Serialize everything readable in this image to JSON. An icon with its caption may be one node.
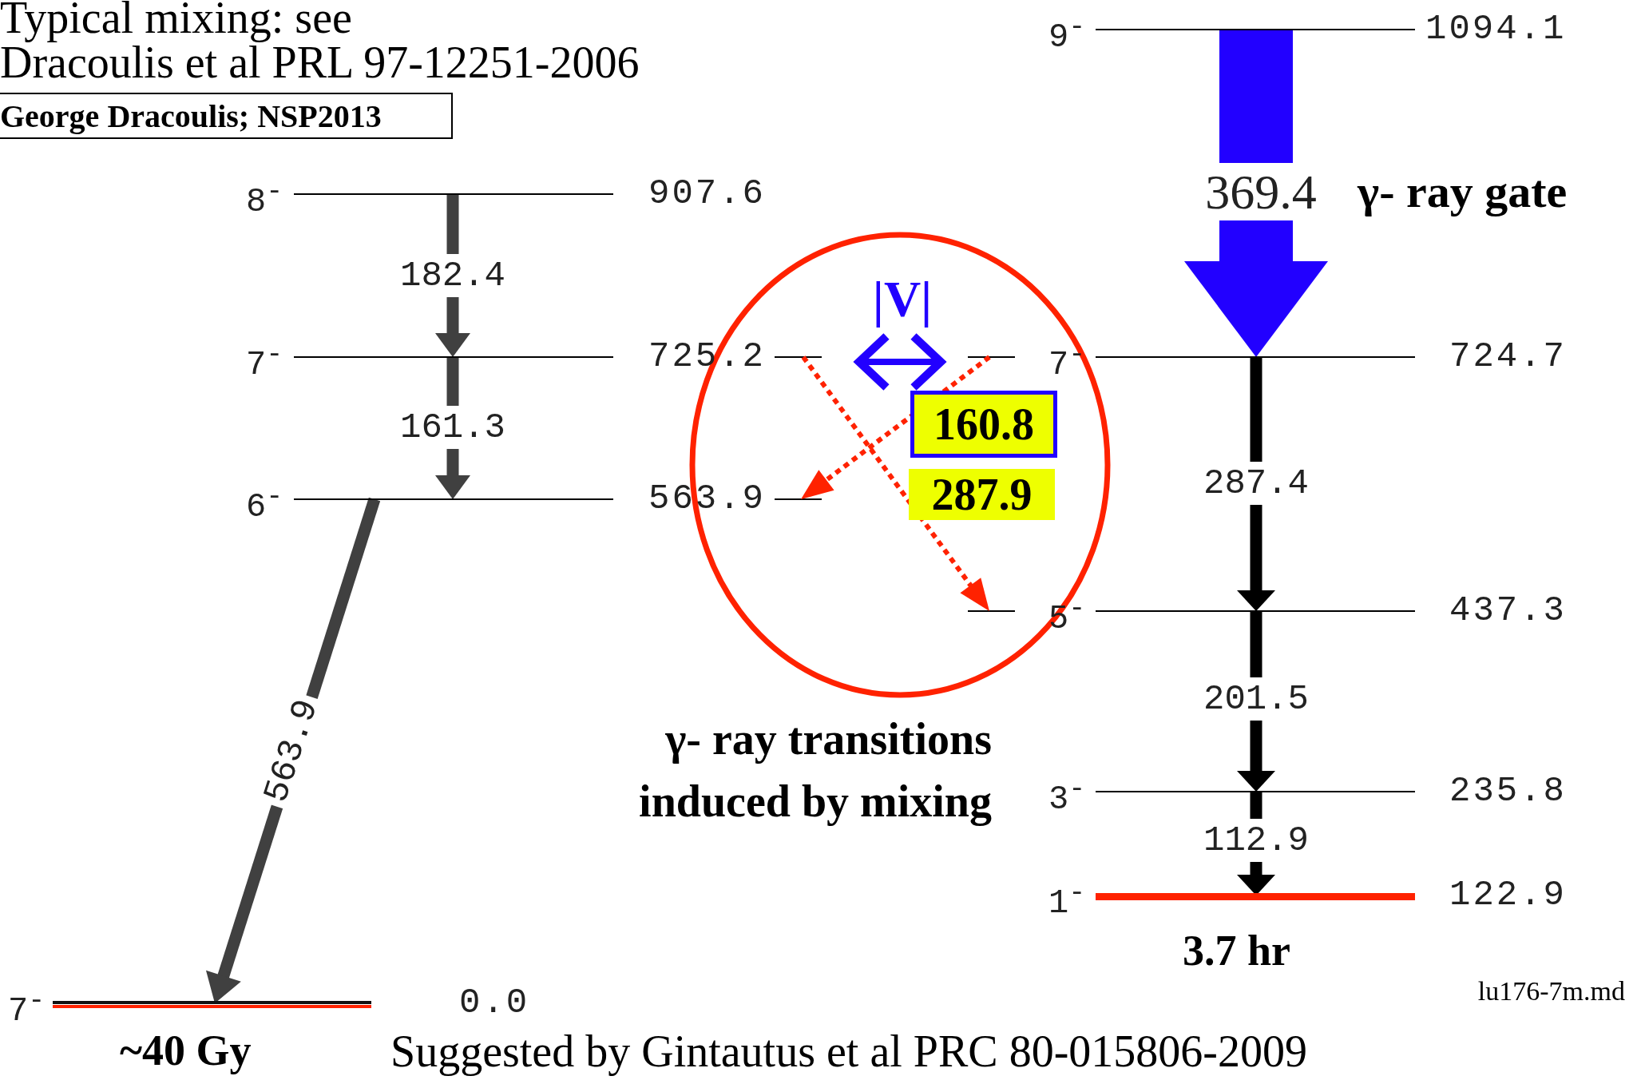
{
  "diagram": {
    "nodes": [
      {
        "text": [
          "George Dracoulis; NSP2013"
        ]
      },
      {
        "text": [
          "9$^{-}$",
          "1094.1"
        ]
      },
      {
        "text": [
          "8$^{-}$",
          "907.6"
        ]
      },
      {
        "text": [
          "7$^{-}$",
          "725.2"
        ]
      },
      {
        "text": [
          "7$^{-}$",
          "724.7"
        ]
      },
      {
        "text": [
          "6$^{-}$",
          "563.9"
        ]
      },
      {
        "text": [
          "5$^{-}$",
          "437.3"
        ]
      },
      {
        "text": [
          "3$^{-}$",
          "235.8"
        ]
      },
      {
        "text": [
          "1$^{-}$",
          "122.9"
        ],
        "beside": [
          "3.7 hr"
        ]
      },
      {
        "text": [
          "7$^{-}$",
          "0.0"
        ],
        "beside": [
          "~40 Gy"
        ]
      }
    ],
    "edges": [
      {
        "from": 2,
        "to": 3,
        "arrow": "to",
        "label": "182.4",
        "color": "#404040"
      },
      {
        "from": 3,
        "to": 5,
        "arrow": "to",
        "label": "161.3",
        "color": "#404040"
      },
      {
        "from": 5,
        "to": 9,
        "arrow": "to",
        "label": "563.9",
        "color": "#404040"
      },
      {
        "from": 1,
        "to": 4,
        "arrow": "to",
        "label": "369.4",
        "style": "thick",
        "color": "#2200ff"
      },
      {
        "from": 4,
        "to": 6,
        "arrow": "to",
        "label": "287.4"
      },
      {
        "from": 6,
        "to": 7,
        "arrow": "to",
        "label": "201.5"
      },
      {
        "from": 7,
        "to": 8,
        "arrow": "to",
        "label": "112.9"
      },
      {
        "from": 4,
        "to": 5,
        "arrow": "to",
        "label": "160.8",
        "style": "dashed",
        "color": "#ff2200"
      },
      {
        "from": 3,
        "to": 6,
        "arrow": "to",
        "label": "287.9",
        "style": "dashed",
        "color": "#ff2200"
      },
      {
        "from": 3,
        "to": 4,
        "arrow": "both",
        "label": "|V|",
        "color": "#2200ff"
      }
    ],
    "labels": [
      "Typical mixing: see Dracoulis et al PRL 97-12251-2006",
      "γ- ray gate",
      "γ- ray transitions induced by mixing",
      "lu176-7m.md",
      "Suggested by Gintautus et al PRC 80-015806-2009"
    ]
  }
}
